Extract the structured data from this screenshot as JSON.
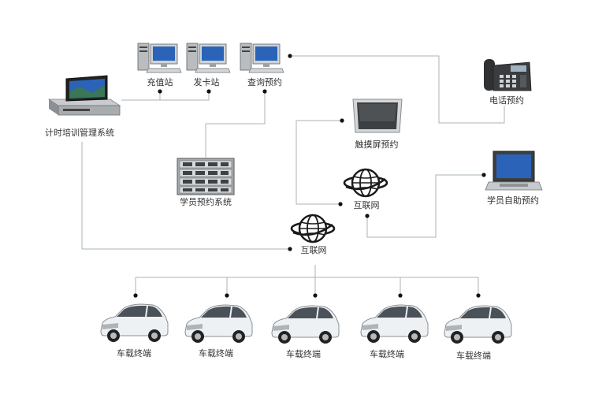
{
  "diagram": {
    "colors": {
      "line": "#aab3b8",
      "dot": "#111111",
      "text": "#333333",
      "screen": "#2b63b8",
      "car": "#eef1f3"
    },
    "nodes": {
      "management_system": {
        "label": "计时培训管理系统",
        "icon": "dvd-monitor-icon"
      },
      "recharge_station": {
        "label": "充值站",
        "icon": "desktop-computer-icon"
      },
      "card_station": {
        "label": "发卡站",
        "icon": "desktop-computer-icon"
      },
      "query_booking": {
        "label": "查询预约",
        "icon": "desktop-computer-icon"
      },
      "phone_booking": {
        "label": "电话预约",
        "icon": "phone-icon"
      },
      "touchscreen_booking": {
        "label": "触摸屏预约",
        "icon": "touchscreen-monitor-icon"
      },
      "student_booking_system": {
        "label": "学员预约系统",
        "icon": "server-rack-icon"
      },
      "internet_upper": {
        "label": "互联网",
        "icon": "globe-icon"
      },
      "student_self_booking": {
        "label": "学员自助预约",
        "icon": "laptop-icon"
      },
      "internet_main": {
        "label": "互联网",
        "icon": "globe-icon"
      }
    },
    "vehicles": [
      {
        "label": "车载终端",
        "icon": "car-icon"
      },
      {
        "label": "车载终端",
        "icon": "car-icon"
      },
      {
        "label": "车载终端",
        "icon": "car-icon"
      },
      {
        "label": "车载终端",
        "icon": "car-icon"
      },
      {
        "label": "车载终端",
        "icon": "car-icon"
      }
    ]
  }
}
